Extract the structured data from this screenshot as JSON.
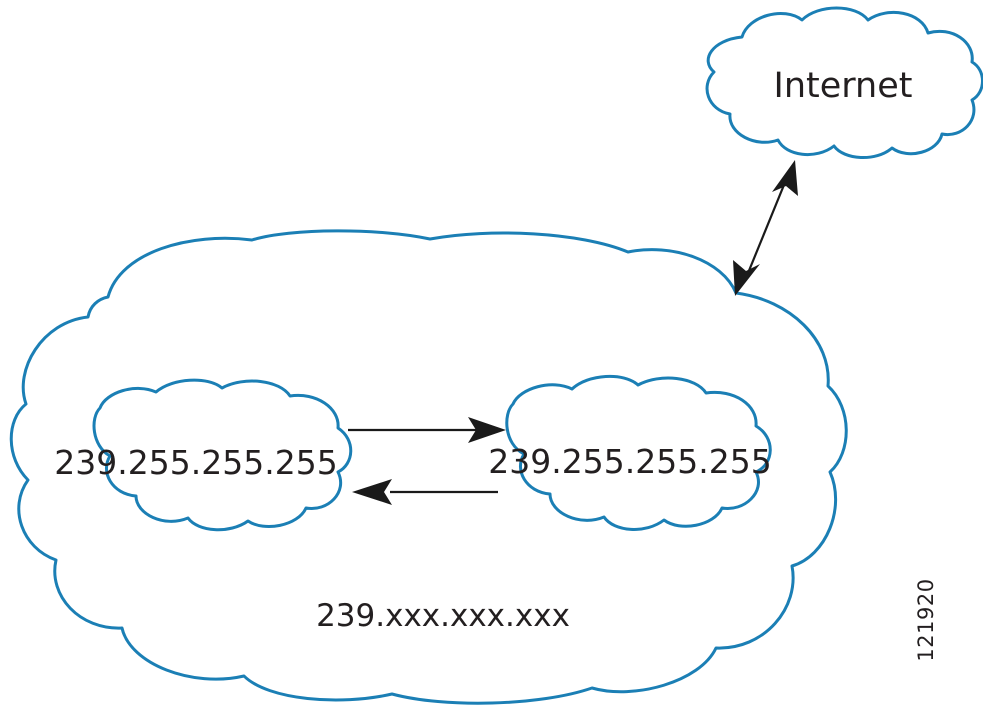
{
  "diagram": {
    "title": "Multicast address scope diagram",
    "stroke_color": "#1b7fb5",
    "text_color": "#231f20",
    "arrow_color": "#1a1a1a",
    "background_color": "#ffffff"
  },
  "clouds": {
    "internet": {
      "label": "Internet",
      "name": "internet-cloud"
    },
    "outer": {
      "label": "239.xxx.xxx.xxx",
      "name": "outer-network-cloud"
    },
    "inner_left": {
      "label": "239.255.255.255",
      "name": "left-multicast-cloud"
    },
    "inner_right": {
      "label": "239.255.255.255",
      "name": "right-multicast-cloud"
    }
  },
  "connectors": {
    "internet_link": {
      "name": "internet-bidirectional-arrow",
      "direction": "both"
    },
    "top_link": {
      "name": "left-to-right-arrow",
      "direction": "right"
    },
    "bottom_link": {
      "name": "right-to-left-arrow",
      "direction": "left"
    }
  },
  "figure": {
    "number": "121920"
  }
}
